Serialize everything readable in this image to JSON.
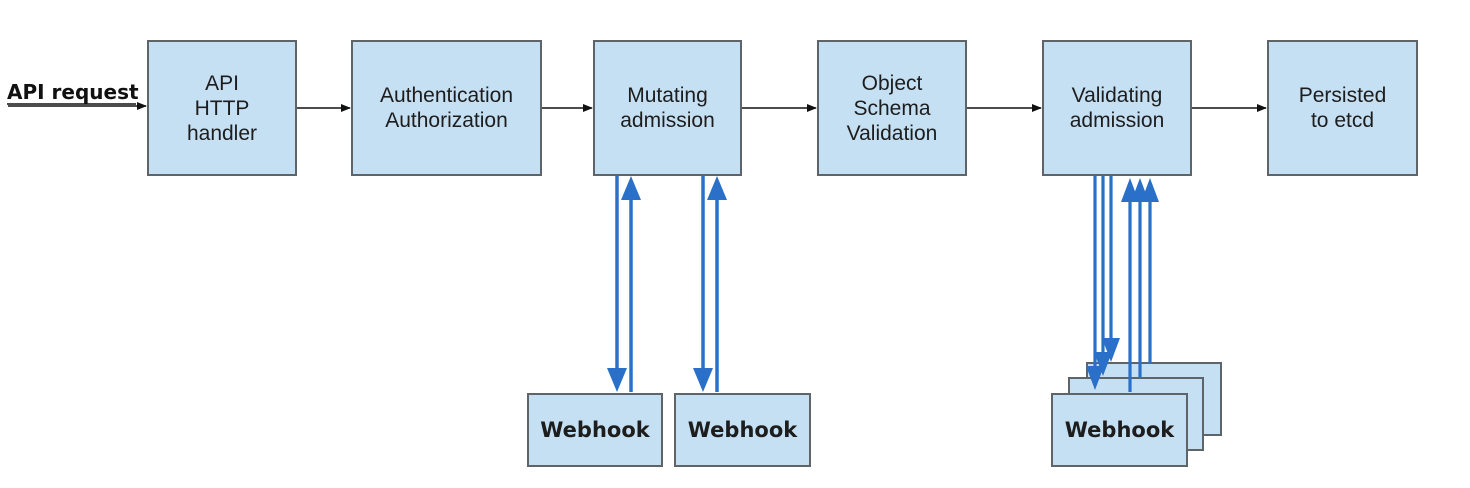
{
  "input_label": "API request",
  "stages": [
    {
      "id": "api-http-handler",
      "label": "API\nHTTP\nhandler"
    },
    {
      "id": "authentication-authorization",
      "label": "Authentication\nAuthorization"
    },
    {
      "id": "mutating-admission",
      "label": "Mutating\nadmission"
    },
    {
      "id": "object-schema-validation",
      "label": "Object\nSchema\nValidation"
    },
    {
      "id": "validating-admission",
      "label": "Validating\nadmission"
    },
    {
      "id": "persisted-to-etcd",
      "label": "Persisted\nto etcd"
    }
  ],
  "webhooks": {
    "mutating_1": "Webhook",
    "mutating_2": "Webhook",
    "validating": "Webhook"
  },
  "colors": {
    "box_fill": "#c5dff3",
    "box_border": "#5f6468",
    "flow_arrow": "#111111",
    "webhook_arrow": "#2a70c8"
  }
}
